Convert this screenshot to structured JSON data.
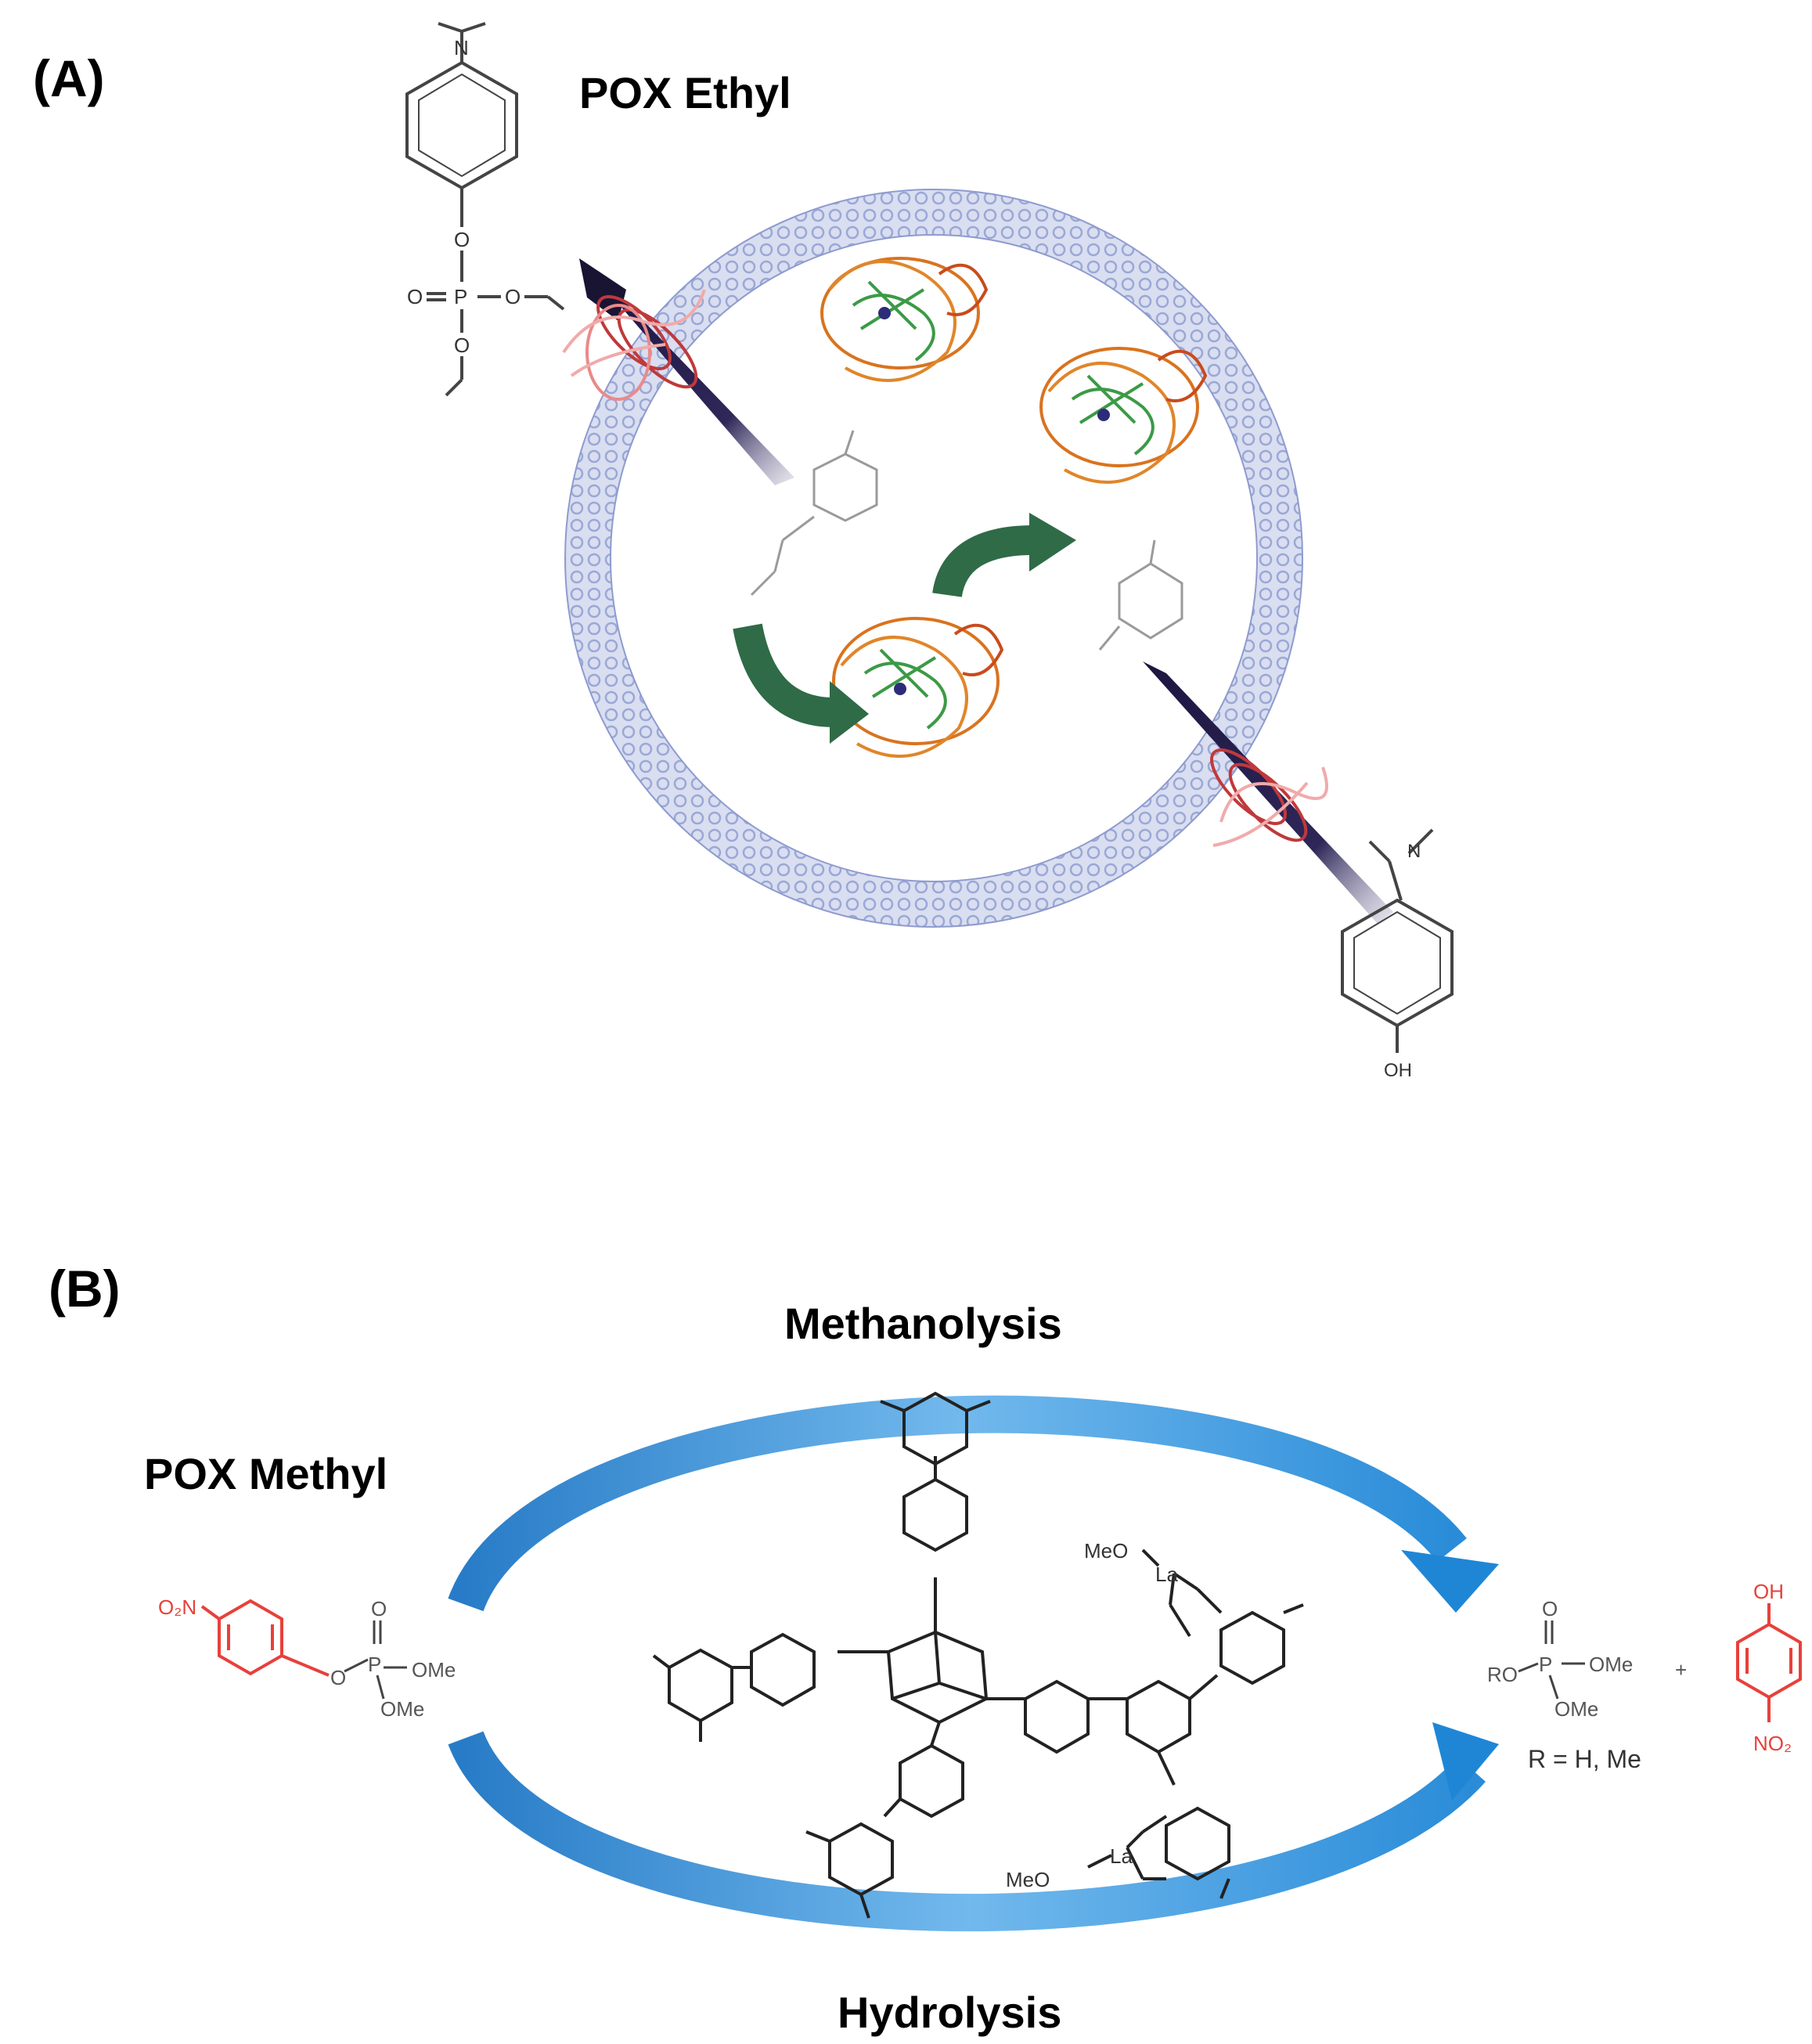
{
  "panel_a": {
    "label": "(A)",
    "title": "POX Ethyl"
  },
  "panel_b": {
    "label": "(B)",
    "title": "POX Methyl",
    "upper_arrow_label": "Methanolysis",
    "lower_arrow_label": "Hydrolysis",
    "reactant_nitro": "O₂N",
    "reactant_methoxy_1": "OMe",
    "reactant_methoxy_2": "OMe",
    "product_ro": "RO",
    "product_methoxy_1": "OMe",
    "product_methoxy_2": "OMe",
    "plus_sign": "+",
    "r_definition": "R = H, Me",
    "phenol_oh": "OH",
    "phenol_nitro": "NO₂",
    "framework_meo_1": "MeO",
    "framework_meo_2": "MeO",
    "framework_la_1": "La",
    "framework_la_2": "La"
  },
  "colors": {
    "arrow_blue": "#2e8fd6",
    "membrane_blue": "#a9b6dd",
    "green_arrow": "#2f6b47",
    "nanotube": "#2a2350",
    "highlight_red": "#e8403a",
    "protein_orange": "#d9731f",
    "protein_green": "#3c9a46"
  }
}
